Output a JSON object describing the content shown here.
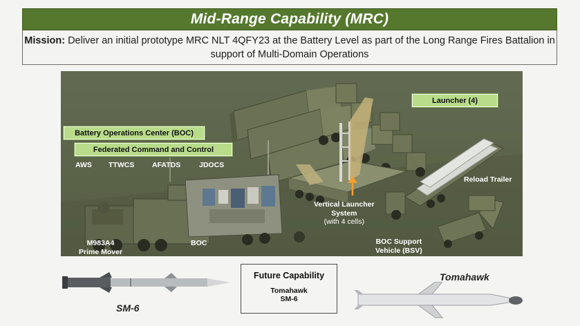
{
  "title": "Mid-Range Capability (MRC)",
  "mission": {
    "label": "Mission:",
    "text": "Deliver an initial prototype MRC NLT 4QFY23 at the Battery Level as part of the Long Range Fires Battalion in support of Multi-Domain Operations"
  },
  "diagram": {
    "boc_title": "Battery Operations Center (BOC)",
    "fcc_title": "Federated Command and Control",
    "systems": [
      "AWS",
      "TTWCS",
      "AFATDS",
      "JDOCS"
    ],
    "launcher": "Launcher (4)",
    "reload_trailer": "Reload Trailer",
    "vls": {
      "line1": "Vertical Launcher",
      "line2": "System",
      "line3": "(with 4 cells)"
    },
    "prime_mover": {
      "line1": "M983A4",
      "line2": "Prime Mover"
    },
    "boc": "BOC",
    "bsv": {
      "line1": "BOC Support",
      "line2": "Vehicle (BSV)"
    }
  },
  "future": {
    "heading": "Future Capability",
    "items": [
      "Tomahawk",
      "SM-6"
    ]
  },
  "missiles": {
    "sm6": "SM-6",
    "tomahawk": "Tomahawk"
  },
  "colors": {
    "title_bar": "#55782e",
    "label_green": "#b8dc8a",
    "terrain": "#5b6349",
    "arrow": "#f0a033"
  }
}
